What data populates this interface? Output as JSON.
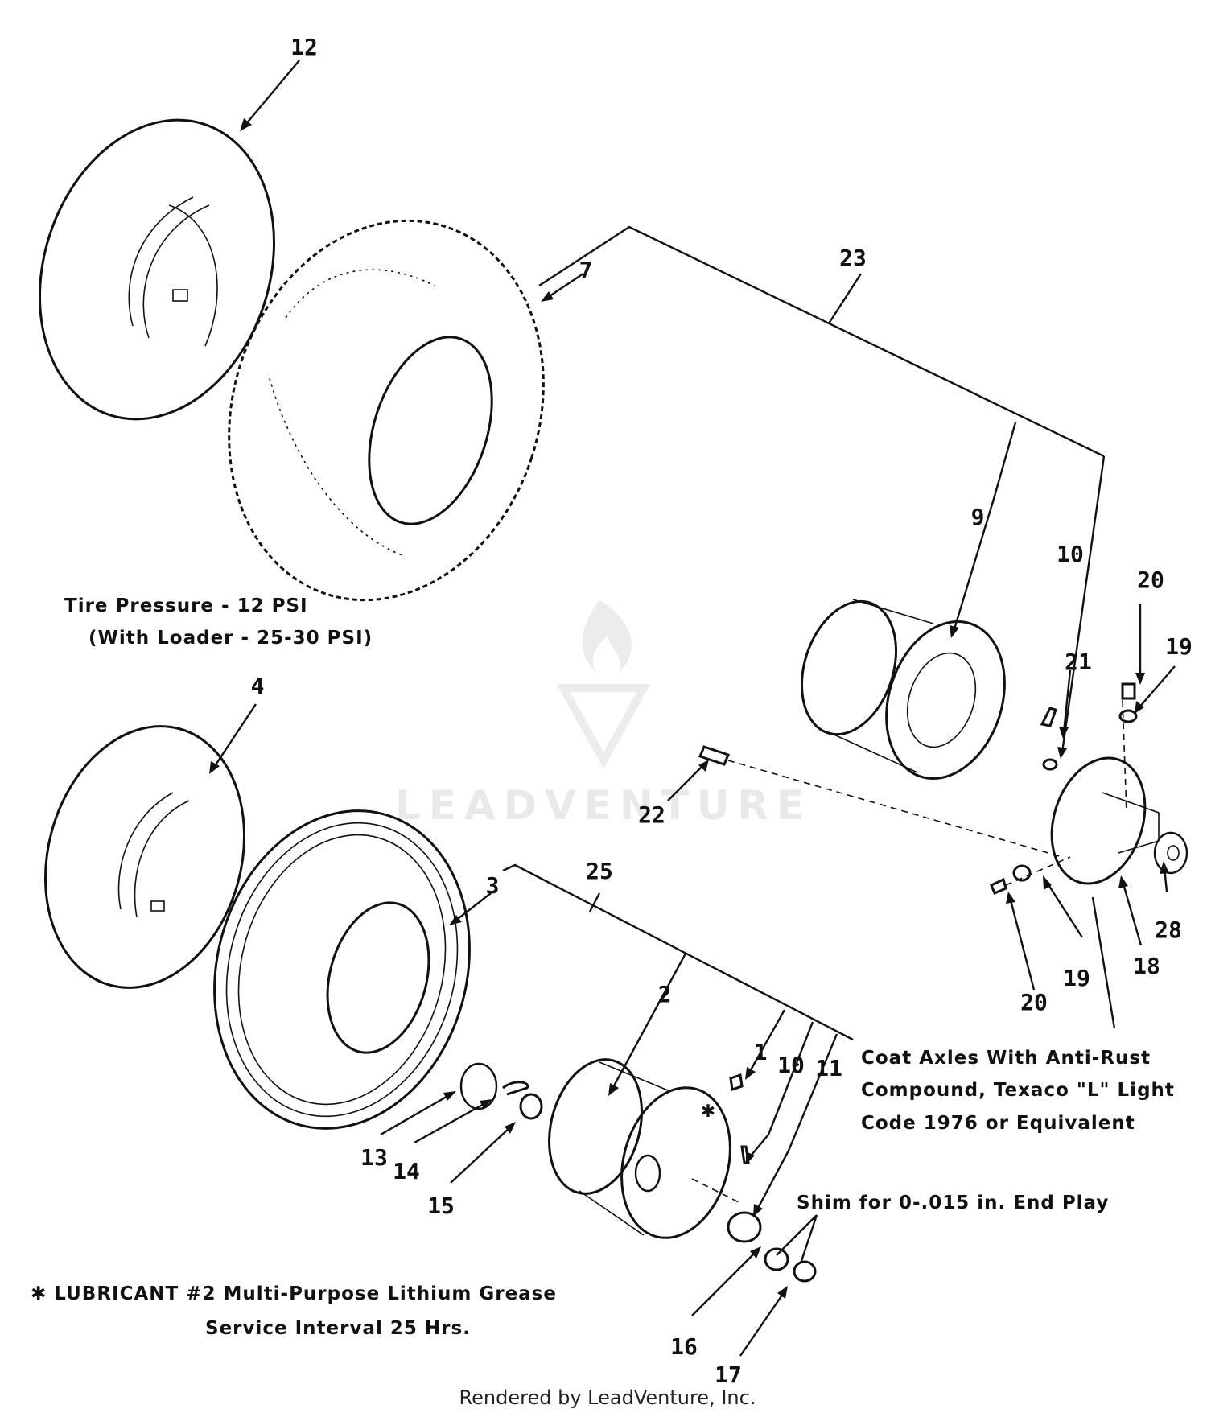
{
  "callouts": {
    "c12": "12",
    "c7": "7",
    "c23": "23",
    "c9": "9",
    "c10a": "10",
    "c20a": "20",
    "c19a": "19",
    "c21": "21",
    "c22": "22",
    "c4": "4",
    "c3": "3",
    "c25": "25",
    "c2": "2",
    "c1": "1",
    "c10b": "10",
    "c11": "11",
    "c13": "13",
    "c14": "14",
    "c15": "15",
    "c16": "16",
    "c17": "17",
    "c18": "18",
    "c19b": "19",
    "c20b": "20",
    "c28": "28",
    "asterisk": "✱"
  },
  "notes": {
    "tire_pressure_line1": "Tire Pressure  - 12 PSI",
    "tire_pressure_line2": "(With Loader - 25-30 PSI)",
    "coat_axles_line1": "Coat Axles With Anti-Rust",
    "coat_axles_line2": "Compound, Texaco \"L\" Light",
    "coat_axles_line3": "Code 1976 or Equivalent",
    "shim": "Shim  for 0-.015 in. End Play",
    "lubricant_line1": "✱ LUBRICANT #2 Multi-Purpose Lithium Grease",
    "lubricant_line2": "Service Interval 25 Hrs."
  },
  "watermark": "LEADVENTURE",
  "footer": "Rendered by LeadVenture, Inc."
}
